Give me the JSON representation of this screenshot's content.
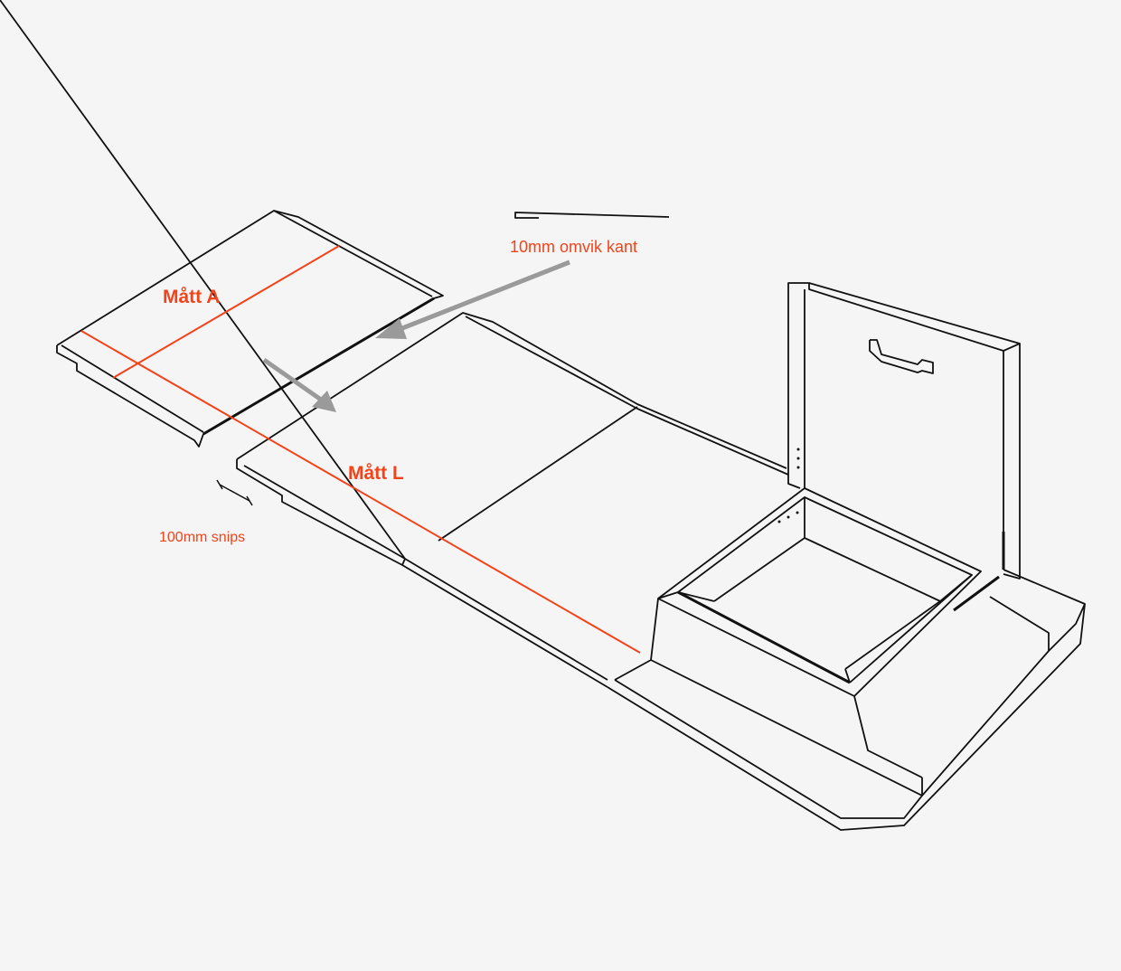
{
  "labels": {
    "matt_a": "Mått A",
    "matt_l": "Mått L",
    "fold_edge": "10mm omvik kant",
    "snip": "100mm snips"
  },
  "colors": {
    "accent": "#f2441a",
    "line": "#111111",
    "arrow": "#9a9a9a",
    "background": "#f6f5f6"
  }
}
